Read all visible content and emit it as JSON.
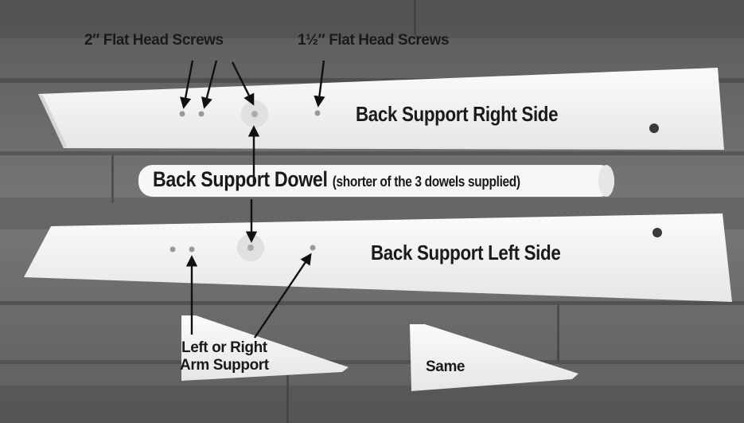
{
  "labels": {
    "screws_2in": "2″ Flat Head Screws",
    "screws_1half": "1½″ Flat Head Screws",
    "back_right": "Back Support Right Side",
    "dowel_main": "Back Support Dowel",
    "dowel_note": "(shorter of the 3 dowels supplied)",
    "back_left": "Back Support Left Side",
    "arm_line1": "Left or Right",
    "arm_line2": "Arm Support",
    "same": "Same"
  },
  "colors": {
    "floor_dark": "#4a4a4a",
    "floor_mid": "#6e6e6e",
    "board": "#f4f4f4",
    "text": "#1a1a1a"
  }
}
